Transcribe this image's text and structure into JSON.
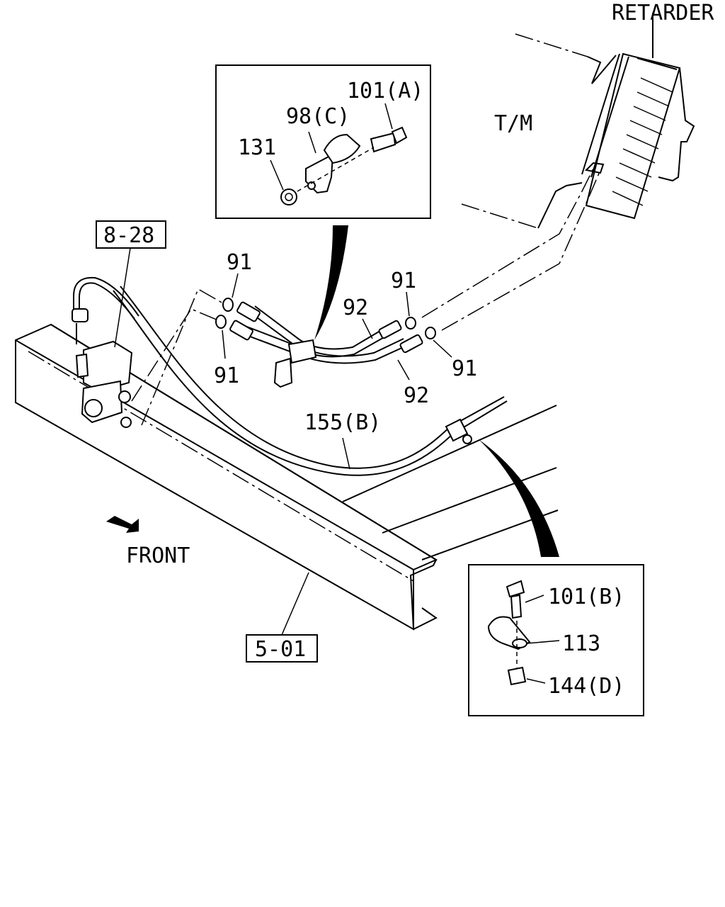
{
  "labels": {
    "retarder": "RETARDER",
    "tm": "T/M",
    "front": "FRONT",
    "ref_8_28": "8-28",
    "ref_5_01": "5-01",
    "p91_a": "91",
    "p91_b": "91",
    "p91_c": "91",
    "p91_d": "91",
    "p92_a": "92",
    "p92_b": "92",
    "p155b": "155(B)",
    "inset_top": {
      "p101a": "101(A)",
      "p98c": "98(C)",
      "p131": "131"
    },
    "inset_bottom": {
      "p101b": "101(B)",
      "p113": "113",
      "p144d": "144(D)"
    }
  }
}
